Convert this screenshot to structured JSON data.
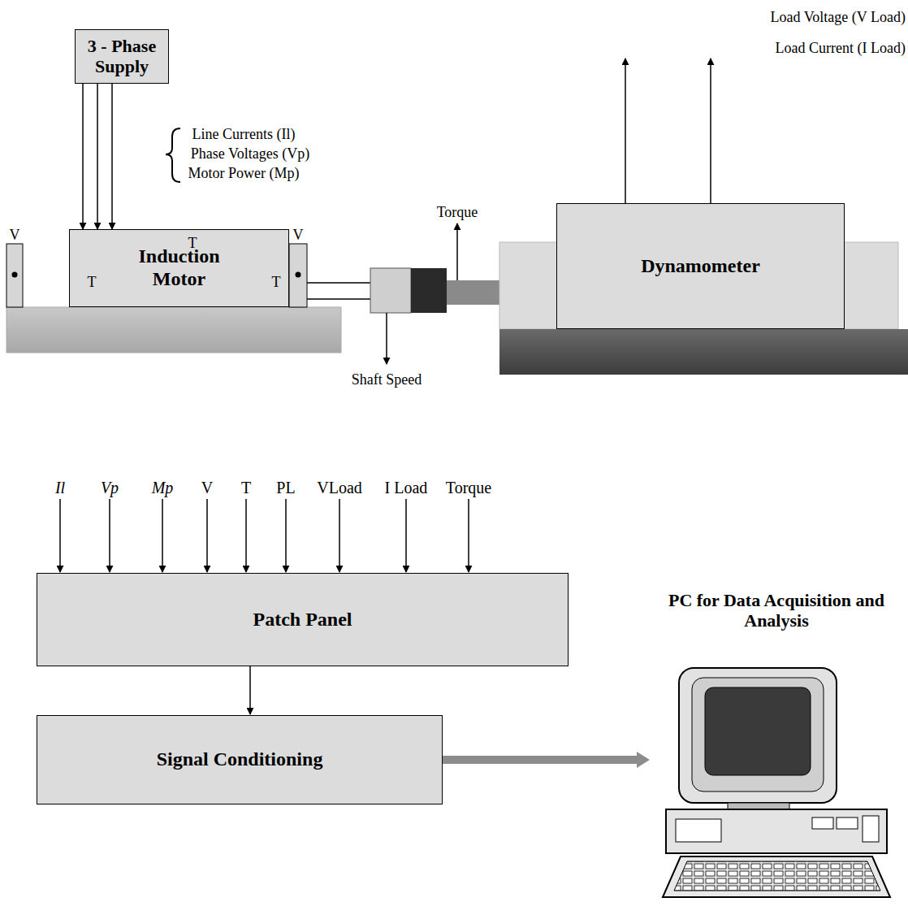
{
  "diagram": {
    "nodes": [
      {
        "text": [
          "3 - Phase Supply"
        ]
      },
      {
        "text": [
          "Induction Motor"
        ]
      },
      {
        "text": [
          "Dynamometer"
        ]
      },
      {
        "text": [
          "Patch Panel"
        ]
      },
      {
        "text": [
          "Signal Conditioning"
        ]
      },
      {
        "text": [
          "PC for Data Acquisition and Analysis"
        ]
      }
    ],
    "edges": [
      {
        "from": 0,
        "to": 1,
        "arrow": "to"
      },
      {
        "from": 3,
        "to": 4,
        "arrow": "to"
      },
      {
        "from": 4,
        "to": 5,
        "arrow": "to"
      }
    ],
    "labels": [
      "Load Voltage (V Load)",
      "Load Current (I Load)",
      "Line Currents (Il)",
      "Phase Voltages (Vp)",
      "Motor Power (Mp)",
      "Torque",
      "V",
      "T",
      "V",
      "T",
      "T",
      "Shaft Speed",
      "Il",
      "Vp",
      "Mp",
      "V",
      "T",
      "PL",
      "VLoad",
      "I Load",
      "Torque"
    ]
  }
}
